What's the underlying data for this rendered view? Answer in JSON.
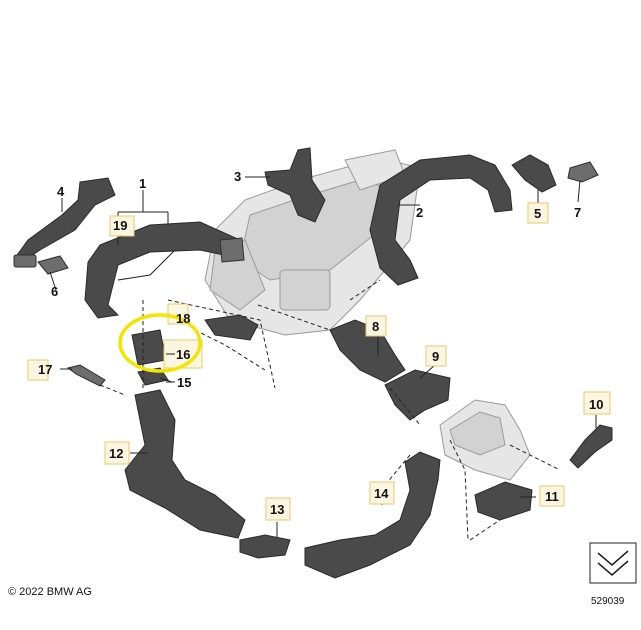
{
  "callouts": [
    {
      "id": "c1",
      "text": "1"
    },
    {
      "id": "c2",
      "text": "2"
    },
    {
      "id": "c3",
      "text": "3"
    },
    {
      "id": "c4",
      "text": "4"
    },
    {
      "id": "c5",
      "text": "5"
    },
    {
      "id": "c6",
      "text": "6"
    },
    {
      "id": "c7",
      "text": "7"
    },
    {
      "id": "c8",
      "text": "8"
    },
    {
      "id": "c9",
      "text": "9"
    },
    {
      "id": "c10",
      "text": "10"
    },
    {
      "id": "c11",
      "text": "11"
    },
    {
      "id": "c12",
      "text": "12"
    },
    {
      "id": "c13",
      "text": "13"
    },
    {
      "id": "c14",
      "text": "14"
    },
    {
      "id": "c15",
      "text": "15"
    },
    {
      "id": "c16",
      "text": "16"
    },
    {
      "id": "c17",
      "text": "17"
    },
    {
      "id": "c18",
      "text": "18"
    },
    {
      "id": "c19",
      "text": "19"
    }
  ],
  "highlight": {
    "part": "16",
    "color": "#f2e600"
  },
  "footer": {
    "copyright": "© 2022 BMW AG",
    "diagram_number": "529039"
  }
}
